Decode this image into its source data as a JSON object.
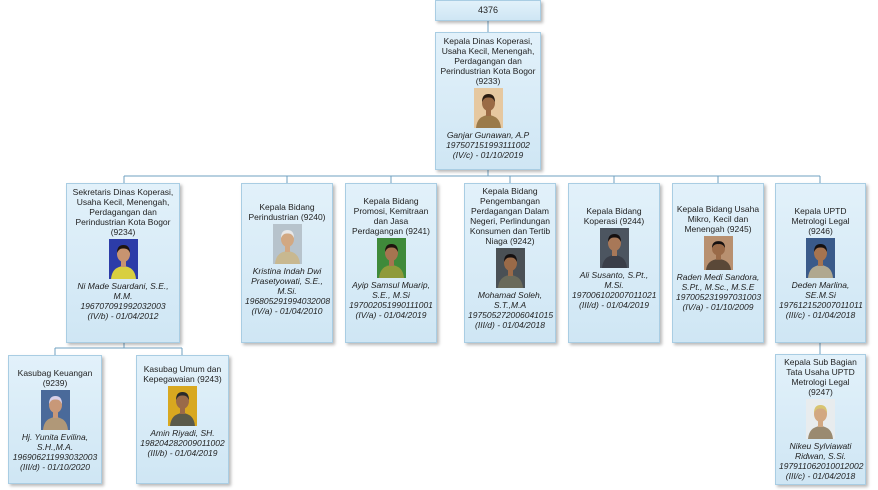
{
  "root": {
    "label": "4376"
  },
  "nodes": {
    "head": {
      "title": "Kepala Dinas Koperasi, Usaha Kecil, Menengah, Perdagangan dan Perindustrian Kota Bogor (9233)",
      "name": "Ganjar Gunawan, A.P",
      "nip": "197507151993111002",
      "rank": "(IV/c) - 01/10/2019",
      "photo": {
        "bg": "#e6c8a0",
        "shirt": "#9a7a4a",
        "skin": "#9a6a45",
        "hair": "#2a1c12"
      }
    },
    "sekretaris": {
      "title": "Sekretaris Dinas Koperasi, Usaha Kecil, Menengah, Perdagangan dan Perindustrian Kota Bogor (9234)",
      "name": "Ni Made Suardani, S.E., M.M.",
      "nip": "196707091992032003",
      "rank": "(IV/b) - 01/04/2012",
      "photo": {
        "bg": "#2c3ca8",
        "shirt": "#d8cf40",
        "skin": "#c89470",
        "hair": "#1e140e"
      }
    },
    "perindustrian": {
      "title": "Kepala Bidang Perindustrian (9240)",
      "name": "Kristina Indah Dwi Prasetyowati, S.E., M.Si.",
      "nip": "196805291994032008",
      "rank": "(IV/a) - 01/04/2010",
      "photo": {
        "bg": "#b7c3cc",
        "shirt": "#c8b890",
        "skin": "#d2a882",
        "hair": "#e8e8e8"
      }
    },
    "promosi": {
      "title": "Kepala Bidang Promosi, Kemitraan dan Jasa Perdagangan (9241)",
      "name": "Ayip Samsul Muarip, S.E., M.Si",
      "nip": "197002051990111001",
      "rank": "(IV/a) - 01/04/2019",
      "photo": {
        "bg": "#3f8a3a",
        "shirt": "#8f9a3a",
        "skin": "#a67450",
        "hair": "#1e140e"
      }
    },
    "pengembangan": {
      "title": "Kepala Bidang Pengembangan Perdagangan Dalam Negeri, Perlindungan Konsumen dan Tertib Niaga (9242)",
      "name": "Mohamad Soleh, S.T.,M.A",
      "nip": "197505272006041015",
      "rank": "(III/d) - 01/04/2018",
      "photo": {
        "bg": "#4a5055",
        "shirt": "#6a6a5a",
        "skin": "#9a6a48",
        "hair": "#151010"
      }
    },
    "koperasi": {
      "title": "Kepala Bidang Koperasi (9244)",
      "name": "Ali Susanto, S.Pt., M.Si.",
      "nip": "197006102007011021",
      "rank": "(III/d) - 01/04/2019",
      "photo": {
        "bg": "#4c5560",
        "shirt": "#3a3e48",
        "skin": "#a87858",
        "hair": "#151010"
      }
    },
    "usaha_mikro": {
      "title": "Kepala Bidang Usaha Mikro, Kecil dan Menengah (9245)",
      "name": "Raden Medi Sandora, S.Pt., M.Sc., M.S.E",
      "nip": "197005231997031003",
      "rank": "(IV/a) - 01/10/2009",
      "photo": {
        "bg": "#b89070",
        "shirt": "#5a4838",
        "skin": "#9a6a48",
        "hair": "#151010"
      }
    },
    "uptd": {
      "title": "Kepala UPTD Metrologi Legal (9246)",
      "name": "Deden Marlina, SE.M.Si",
      "nip": "197612152007011011",
      "rank": "(III/c) - 01/04/2018",
      "photo": {
        "bg": "#3a5a8a",
        "shirt": "#b0a890",
        "skin": "#a67450",
        "hair": "#151010"
      }
    },
    "keuangan": {
      "title": "Kasubag Keuangan (9239)",
      "name": "Hj. Yunita Evilina, S.H.,M.A.",
      "nip": "196906211993032003",
      "rank": "(III/d) - 01/10/2020",
      "photo": {
        "bg": "#4a6a9a",
        "shirt": "#b09878",
        "skin": "#c89878",
        "hair": "#d8d0e8"
      }
    },
    "umum": {
      "title": "Kasubag Umum dan Kepegawaian (9243)",
      "name": "Amin Riyadi, SH.",
      "nip": "198204282009011002",
      "rank": "(III/b) - 01/04/2019",
      "photo": {
        "bg": "#d8a820",
        "shirt": "#5a5a4a",
        "skin": "#9a6a48",
        "hair": "#2a2a2a"
      }
    },
    "tata_usaha": {
      "title": "Kepala Sub Bagian Tata Usaha UPTD Metrologi Legal (9247)",
      "name": "Nikeu Sylviawati Ridwan, S.Si.",
      "nip": "197911062010012002",
      "rank": "(III/c) - 01/04/2018",
      "photo": {
        "bg": "#e8ecee",
        "shirt": "#9a8a70",
        "skin": "#d2a882",
        "hair": "#d8c470"
      }
    }
  }
}
